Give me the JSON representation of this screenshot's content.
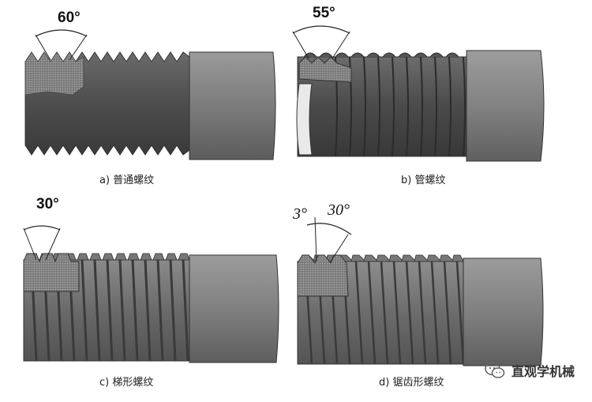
{
  "panels": [
    {
      "id": "a",
      "caption": "a) 普通螺纹",
      "angle": "60°"
    },
    {
      "id": "b",
      "caption": "b) 管螺纹",
      "angle": "55°"
    },
    {
      "id": "c",
      "caption": "c) 梯形螺纹",
      "angle": "30°"
    },
    {
      "id": "d",
      "caption": "d) 锯齿形螺纹",
      "angle_left": "3°",
      "angle_right": "30°"
    }
  ],
  "watermark": {
    "text": "直观学机械",
    "icon": "wechat-logo-icon"
  }
}
